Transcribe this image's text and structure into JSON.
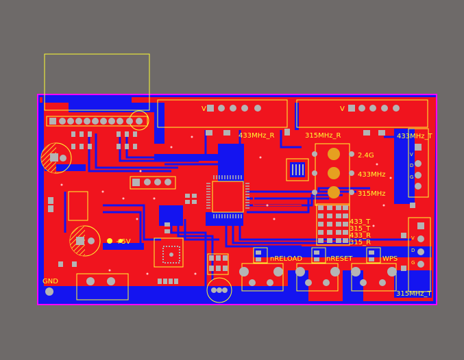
{
  "canvas": {
    "background": "#6e6a69"
  },
  "colors": {
    "board_outline": "#ff00ff",
    "top_copper": "#f0141e",
    "bottom_copper": "#1414f0",
    "silkscreen": "#ffff32",
    "pad": "#b4b4b4",
    "via_hole": "#2a8080",
    "hatched_pad": "#e6a020"
  },
  "labels": {
    "header_left_v": "V",
    "header_right_v": "V",
    "rx433": "433MHz_R",
    "rx315": "315MHz_R",
    "tx433_side": "433MHz_T",
    "tx315_side": "315MHz_T",
    "ant_24g": "2.4G",
    "ant_433": "433MHz",
    "ant_315": "315MHz",
    "led_433t": "433_T",
    "led_315t": "315_T",
    "led_433r": "433_R",
    "led_315r": "315_R",
    "btn_reload": "nRELOAD",
    "btn_reset": "nRESET",
    "btn_wps": "WPS",
    "power_5v": "+5V",
    "ground": "GND",
    "side_pin1": "V",
    "side_pin2": "D",
    "side_pin3": "G",
    "side_pin4": "V",
    "side_pin5": "D",
    "side_pin6": "G"
  }
}
